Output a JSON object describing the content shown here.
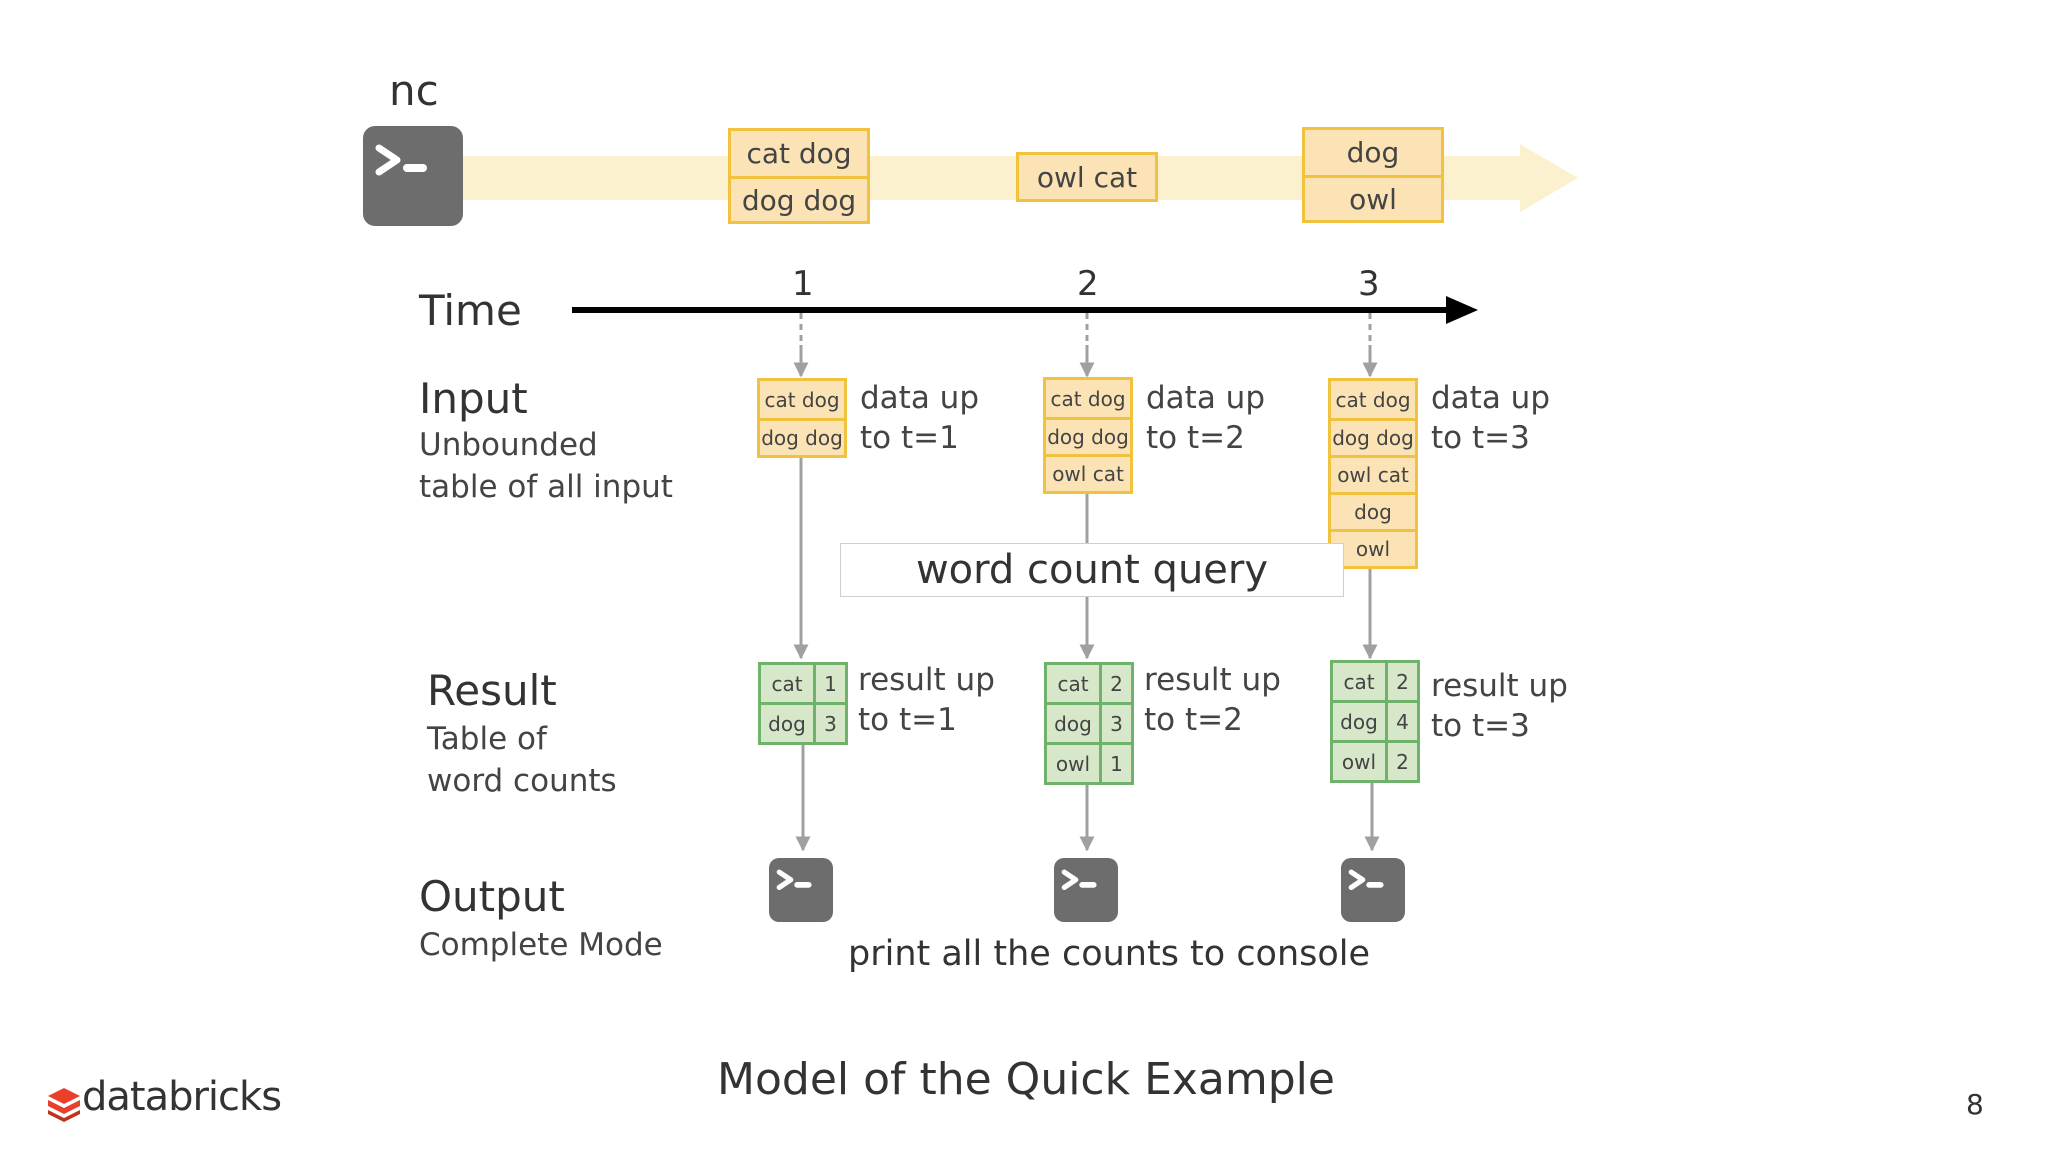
{
  "source": {
    "label": "nc"
  },
  "stream_batches": [
    {
      "lines": [
        "cat dog",
        "dog dog"
      ]
    },
    {
      "lines": [
        "owl cat"
      ]
    },
    {
      "lines": [
        "dog",
        "owl"
      ]
    }
  ],
  "time": {
    "label": "Time",
    "ticks": [
      "1",
      "2",
      "3"
    ]
  },
  "input_section": {
    "title": "Input",
    "subtitle_1": "Unbounded",
    "subtitle_2": "table of all input"
  },
  "input_tables": [
    {
      "rows": [
        "cat dog",
        "dog dog"
      ],
      "note": "data up\nto t=1"
    },
    {
      "rows": [
        "cat dog",
        "dog dog",
        "owl cat"
      ],
      "note": "data up\nto t=2"
    },
    {
      "rows": [
        "cat dog",
        "dog dog",
        "owl cat",
        "dog",
        "owl"
      ],
      "note": "data up\nto t=3"
    }
  ],
  "query": {
    "label": "word count query"
  },
  "result_section": {
    "title": "Result",
    "subtitle_1": "Table of",
    "subtitle_2": "word counts"
  },
  "result_tables": [
    {
      "rows": [
        {
          "word": "cat",
          "count": "1"
        },
        {
          "word": "dog",
          "count": "3"
        }
      ],
      "note": "result up\nto t=1"
    },
    {
      "rows": [
        {
          "word": "cat",
          "count": "2"
        },
        {
          "word": "dog",
          "count": "3"
        },
        {
          "word": "owl",
          "count": "1"
        }
      ],
      "note": "result up\nto t=2"
    },
    {
      "rows": [
        {
          "word": "cat",
          "count": "2"
        },
        {
          "word": "dog",
          "count": "4"
        },
        {
          "word": "owl",
          "count": "2"
        }
      ],
      "note": "result up\nto t=3"
    }
  ],
  "output_section": {
    "title": "Output",
    "subtitle": "Complete Mode"
  },
  "output_caption": "print all the counts to console",
  "footer": {
    "title": "Model of the Quick Example",
    "page_number": "8",
    "logo_text": "databricks"
  },
  "colors": {
    "input_fill": "#fbe3b5",
    "input_border": "#f0c23e",
    "result_fill": "#d6e8c9",
    "result_border": "#6fb26c",
    "terminal": "#6d6d6d",
    "stream": "#fbf1cf"
  }
}
